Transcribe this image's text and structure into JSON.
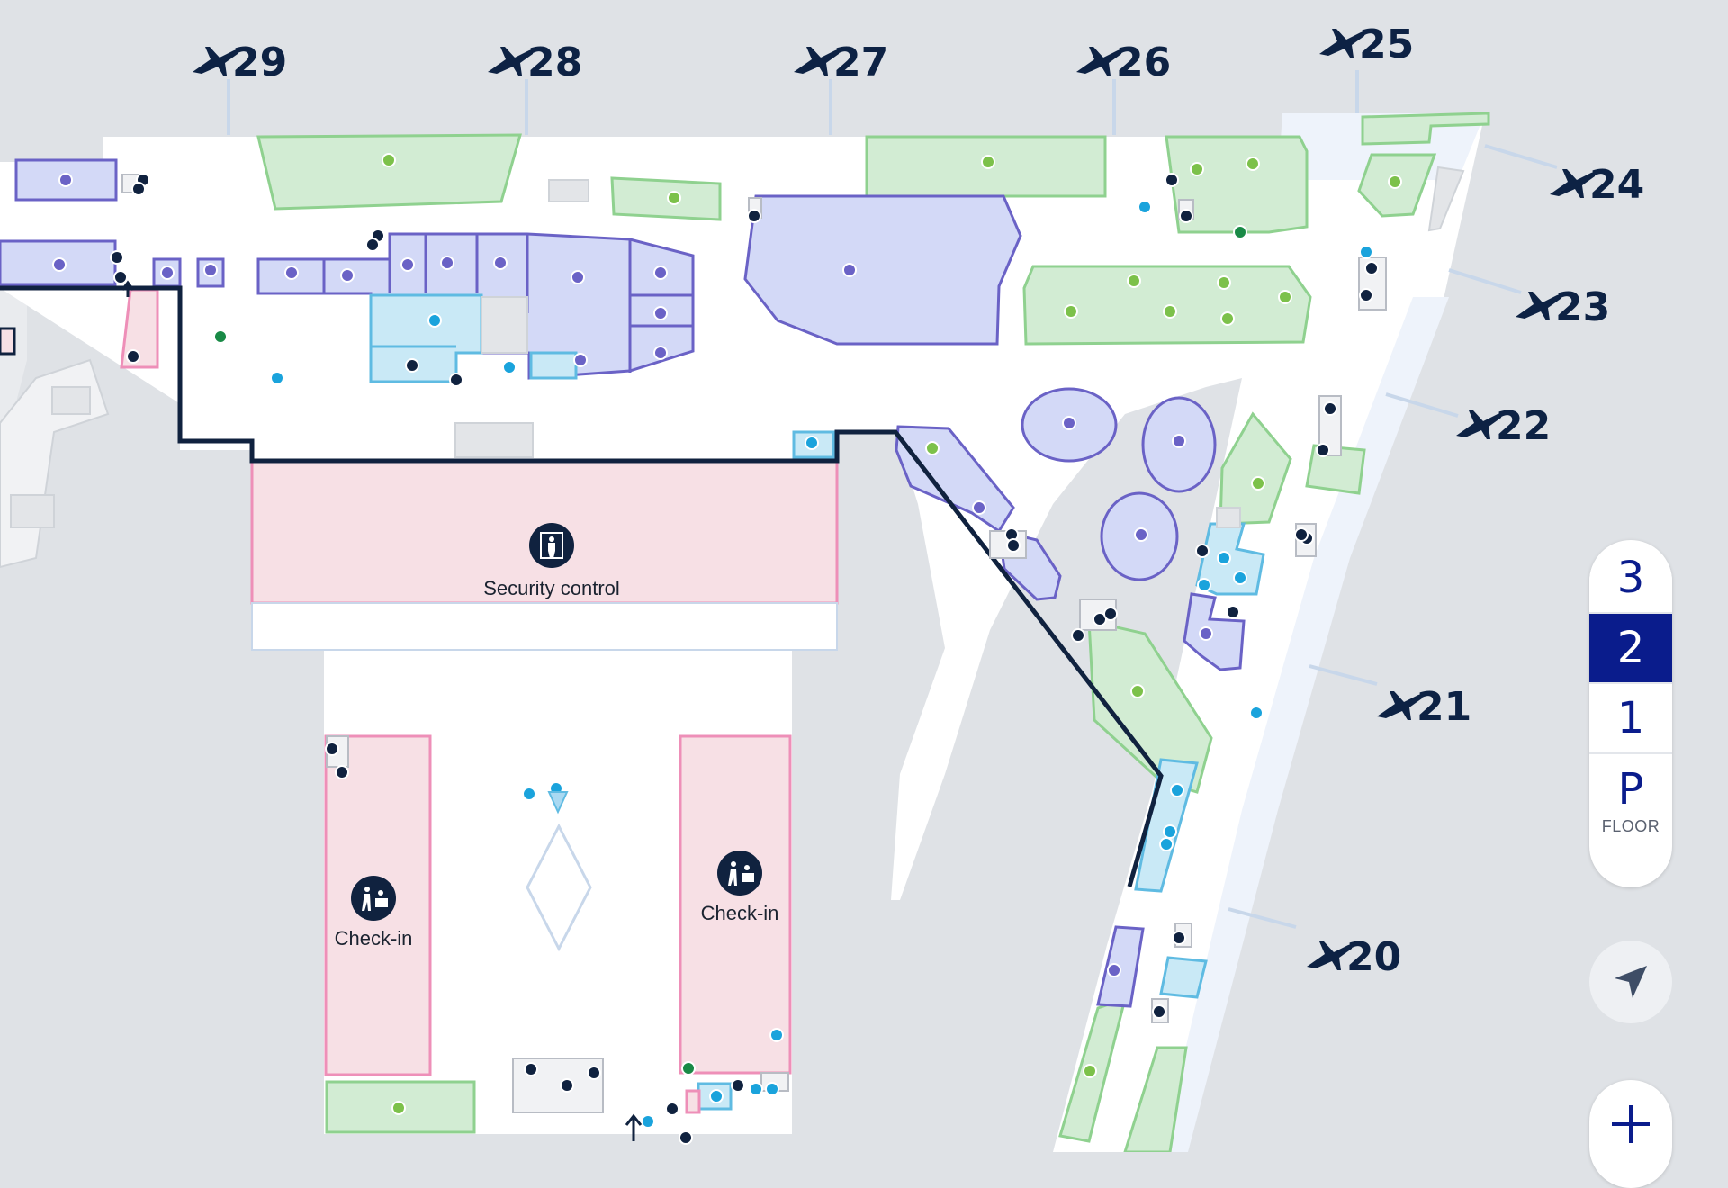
{
  "gates": [
    {
      "id": "gate-29",
      "label": "29"
    },
    {
      "id": "gate-28",
      "label": "28"
    },
    {
      "id": "gate-27",
      "label": "27"
    },
    {
      "id": "gate-26",
      "label": "26"
    },
    {
      "id": "gate-25",
      "label": "25"
    },
    {
      "id": "gate-24",
      "label": "24"
    },
    {
      "id": "gate-23",
      "label": "23"
    },
    {
      "id": "gate-22",
      "label": "22"
    },
    {
      "id": "gate-21",
      "label": "21"
    },
    {
      "id": "gate-20",
      "label": "20"
    }
  ],
  "areas": {
    "security": "Security control",
    "checkin_left": "Check-in",
    "checkin_right": "Check-in"
  },
  "floors": {
    "items": [
      {
        "label": "3",
        "active": false
      },
      {
        "label": "2",
        "active": true
      },
      {
        "label": "1",
        "active": false
      },
      {
        "label": "P",
        "active": false
      }
    ],
    "caption": "FLOOR"
  },
  "controls": {
    "locate_icon": "navigation-arrow-icon",
    "zoom_icon": "plus-icon"
  },
  "colors": {
    "shop": "#d3d9f7",
    "shop_border": "#6a62c6",
    "green_zone": "#d2ecd3",
    "green_border": "#8fd18f",
    "service": "#c9e9f6",
    "service_border": "#5fbbe2",
    "pink_zone": "#f7e0e5",
    "pink_border": "#ee8fb8",
    "walkway": "#ffffff",
    "secure_line": "#10223f",
    "active_floor": "#0a1c8c"
  }
}
